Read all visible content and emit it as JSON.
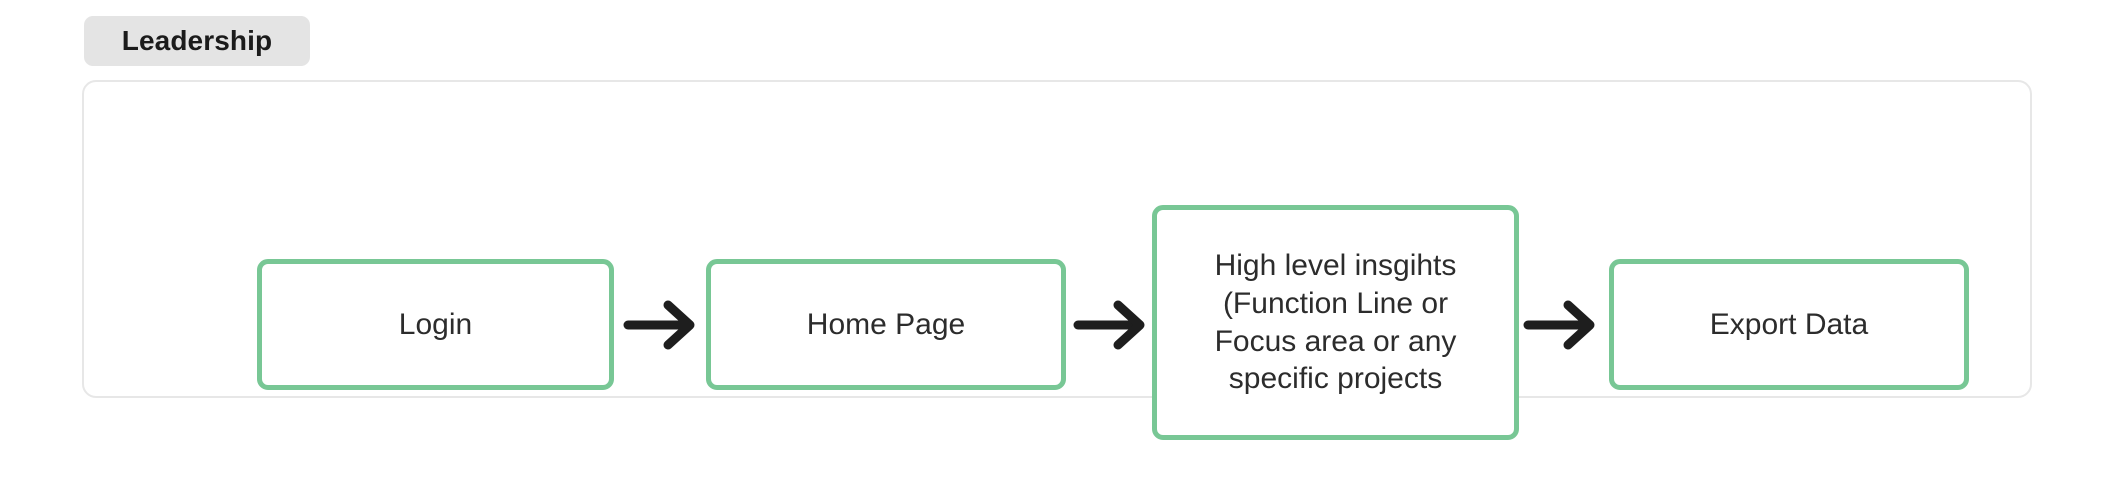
{
  "section": {
    "chip_label": "Leadership"
  },
  "flow": {
    "nodes": [
      {
        "id": "login",
        "label": "Login"
      },
      {
        "id": "home",
        "label": "Home Page"
      },
      {
        "id": "insights",
        "label": "High level insgihts\n(Function Line or\nFocus area or any\nspecific projects"
      },
      {
        "id": "export",
        "label": "Export Data"
      }
    ],
    "arrows": [
      {
        "id": "arrow-1",
        "icon": "arrow-right-icon",
        "from": "login",
        "to": "home"
      },
      {
        "id": "arrow-2",
        "icon": "arrow-right-icon",
        "from": "home",
        "to": "insights"
      },
      {
        "id": "arrow-3",
        "icon": "arrow-right-icon",
        "from": "insights",
        "to": "export"
      }
    ]
  },
  "colors": {
    "node_border": "#78c795",
    "node_fill": "#ffffff",
    "panel_border": "#e7e7e7",
    "chip_background": "#e4e4e4",
    "text": "#2c2c2c",
    "arrow": "#1e1e1e",
    "canvas": "#ffffff"
  }
}
